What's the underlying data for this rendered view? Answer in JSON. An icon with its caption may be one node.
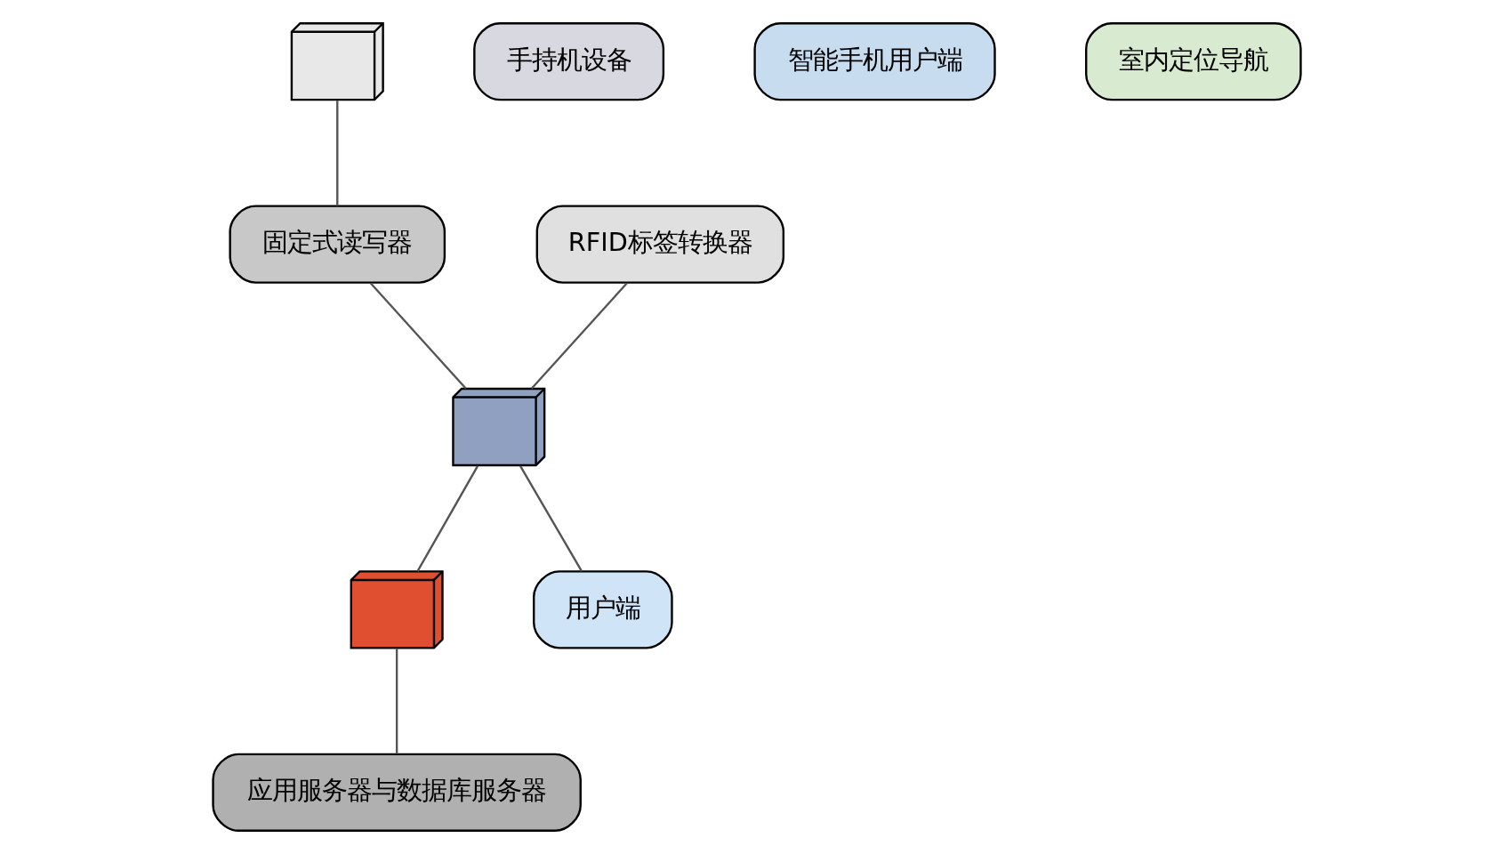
{
  "diagram": {
    "nodes": [
      {
        "text": [],
        "shape": "picture"
      },
      {
        "text": [
          "固定式读写器"
        ]
      },
      {
        "text": [
          "RFID标签转换器"
        ]
      },
      {
        "text": [
          "手持机设备"
        ]
      },
      {
        "text": [],
        "shape": "picture"
      },
      {
        "text": [
          "智能手机用户端"
        ]
      },
      {
        "text": [
          "室内定位导航"
        ]
      },
      {
        "text": [],
        "shape": "picture"
      },
      {
        "text": [
          "应用服务器与数据库服务器"
        ]
      },
      {
        "text": [
          "用户端"
        ]
      }
    ],
    "edges": [
      {
        "from": 0,
        "to": 1,
        "arrow": "none"
      },
      {
        "from": 1,
        "to": 4,
        "arrow": "none"
      },
      {
        "from": 2,
        "to": 4,
        "arrow": "none"
      },
      {
        "from": 4,
        "to": 7,
        "arrow": "none"
      },
      {
        "from": 7,
        "to": 8,
        "arrow": "none"
      },
      {
        "from": 4,
        "to": 9,
        "arrow": "none"
      }
    ]
  }
}
